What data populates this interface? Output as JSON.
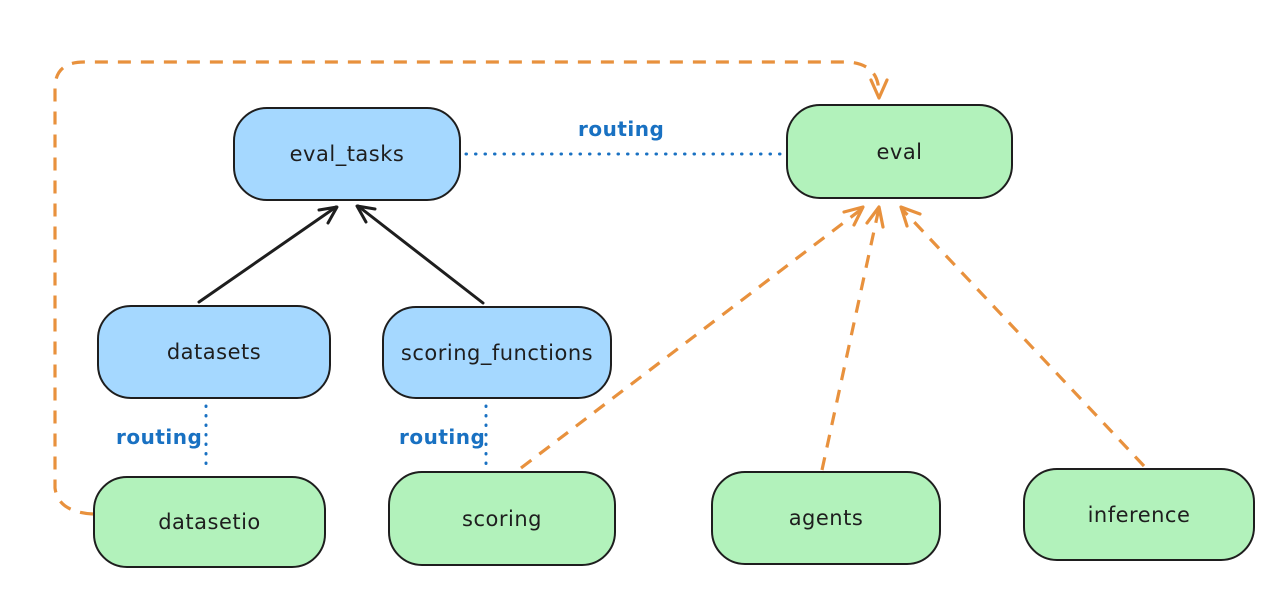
{
  "nodes": {
    "eval_tasks": {
      "label": "eval_tasks",
      "fill": "blue"
    },
    "eval": {
      "label": "eval",
      "fill": "green"
    },
    "datasets": {
      "label": "datasets",
      "fill": "blue"
    },
    "scoring_functions": {
      "label": "scoring_functions",
      "fill": "blue"
    },
    "datasetio": {
      "label": "datasetio",
      "fill": "green"
    },
    "scoring": {
      "label": "scoring",
      "fill": "green"
    },
    "agents": {
      "label": "agents",
      "fill": "green"
    },
    "inference": {
      "label": "inference",
      "fill": "green"
    }
  },
  "edges": [
    {
      "from": "datasets",
      "to": "eval_tasks",
      "style": "solid",
      "color": "black",
      "arrow": true
    },
    {
      "from": "scoring_functions",
      "to": "eval_tasks",
      "style": "solid",
      "color": "black",
      "arrow": true
    },
    {
      "from": "eval_tasks",
      "to": "eval",
      "style": "dotted",
      "color": "blue",
      "arrow": false,
      "label": "routing"
    },
    {
      "from": "datasets",
      "to": "datasetio",
      "style": "dotted",
      "color": "blue",
      "arrow": false,
      "label": "routing"
    },
    {
      "from": "scoring_functions",
      "to": "scoring",
      "style": "dotted",
      "color": "blue",
      "arrow": false,
      "label": "routing"
    },
    {
      "from": "datasetio",
      "to": "eval",
      "style": "dashed",
      "color": "orange",
      "arrow": true
    },
    {
      "from": "scoring",
      "to": "eval",
      "style": "dashed",
      "color": "orange",
      "arrow": true
    },
    {
      "from": "agents",
      "to": "eval",
      "style": "dashed",
      "color": "orange",
      "arrow": true
    },
    {
      "from": "inference",
      "to": "eval",
      "style": "dashed",
      "color": "orange",
      "arrow": true
    }
  ],
  "colors": {
    "stroke": "#1e1e1e",
    "blue_fill": "#a5d8ff",
    "green_fill": "#b2f2bb",
    "routing_blue": "#1971c2",
    "orange": "#e8913d",
    "background": "#ffffff"
  }
}
